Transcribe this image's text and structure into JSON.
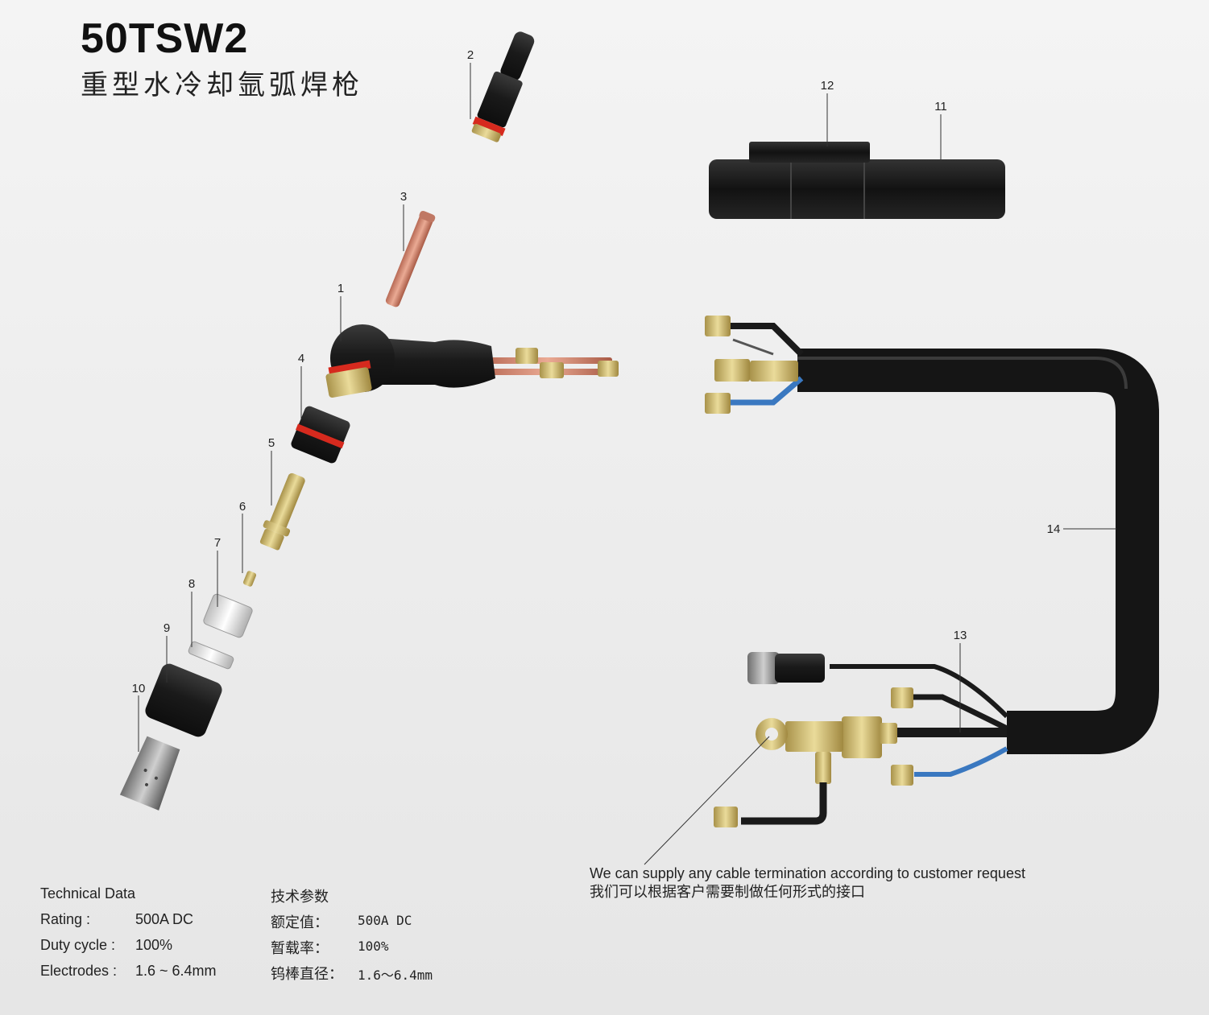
{
  "header": {
    "title": "50TSW2",
    "subtitle": "重型水冷却氩弧焊枪"
  },
  "parts": {
    "p1": "1",
    "p2": "2",
    "p3": "3",
    "p4": "4",
    "p5": "5",
    "p6": "6",
    "p7": "7",
    "p8": "8",
    "p9": "9",
    "p10": "10",
    "p11": "11",
    "p12": "12",
    "p13": "13",
    "p14": "14"
  },
  "note": {
    "en": "We can supply any cable termination according to customer request",
    "zh": "我们可以根据客户需要制做任何形式的接口"
  },
  "specs_en": {
    "heading": "Technical Data",
    "rating_label": "Rating :",
    "rating_value": "500A DC",
    "duty_label": "Duty cycle :",
    "duty_value": "100%",
    "electrodes_label": "Electrodes :",
    "electrodes_value": "1.6 ~ 6.4mm"
  },
  "specs_zh": {
    "heading": "技术参数",
    "rating_label": "额定值：",
    "rating_value": "500A DC",
    "duty_label": "暂载率：",
    "duty_value": "100%",
    "electrodes_label": "钨棒直径：",
    "electrodes_value": "1.6～6.4mm"
  },
  "colors": {
    "rubber": "#1c1c1c",
    "brass": "#c8b46a",
    "copper": "#d08a72",
    "red_ring": "#d62a1e",
    "blue_hose": "#3a78c0"
  }
}
